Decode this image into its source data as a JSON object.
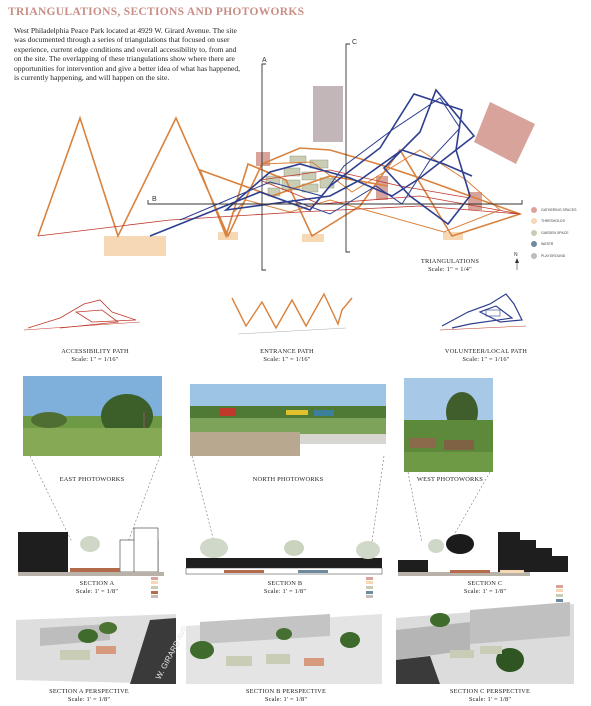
{
  "title": "TRIANGULATIONS, SECTIONS AND PHOTOWORKS",
  "intro": "West Philadelphia Peace Park located at 4929 W. Girard Avenue. The site was documented through a series of triangulations that focused on user experience, current edge conditions and overall accessibility to, from and on the site. The overlapping of these triangulations show where there are opportunities for intervention and give a better idea of what has happened, is currently happening, and will happen on the site.",
  "section_markers": {
    "a": "A",
    "b": "B",
    "c": "C"
  },
  "north_label": "N",
  "triangulations": {
    "title": "TRIANGULATIONS",
    "scale": "Scale: 1\" = 1/4\""
  },
  "legend": [
    {
      "label": "GATHERING SPACES",
      "color": "#d9a39b"
    },
    {
      "label": "THRESHOLDS",
      "color": "#f6d9b4"
    },
    {
      "label": "GARDEN SPACE",
      "color": "#c9cdb6"
    },
    {
      "label": "WATER",
      "color": "#6f8a9c"
    },
    {
      "label": "PLAYGROUND",
      "color": "#c2bdbb"
    }
  ],
  "paths": [
    {
      "title": "ACCESSIBILITY PATH",
      "scale": "Scale: 1\" = 1/16\""
    },
    {
      "title": "ENTRANCE PATH",
      "scale": "Scale: 1\" = 1/16\""
    },
    {
      "title": "VOLUNTEER/LOCAL PATH",
      "scale": "Scale: 1\" = 1/16\""
    }
  ],
  "photoworks": [
    {
      "title": "EAST PHOTOWORKS"
    },
    {
      "title": "NORTH PHOTOWORKS"
    },
    {
      "title": "WEST PHOTOWORKS"
    }
  ],
  "sections": [
    {
      "title": "SECTION A",
      "scale": "Scale: 1' = 1/8\""
    },
    {
      "title": "SECTION B",
      "scale": "Scale: 1' = 1/8\""
    },
    {
      "title": "SECTION C",
      "scale": "Scale: 1' = 1/8\""
    }
  ],
  "perspectives": [
    {
      "title": "SECTION A PERSPECTIVE",
      "scale": "Scale: 1' = 1/8\""
    },
    {
      "title": "SECTION B PERSPECTIVE",
      "scale": "Scale: 1' = 1/8\""
    },
    {
      "title": "SECTION C PERSPECTIVE",
      "scale": "Scale: 1' = 1/8\""
    }
  ],
  "street_label": "W. GIRARD AVE",
  "colors": {
    "accent": "#c98e86",
    "orange_line": "#d9823d",
    "blue_line": "#2f3f8f",
    "red_line": "#c0392b",
    "threshold": "#f6d9b4",
    "gathering": "#d9a39b",
    "garden": "#c9cdb6",
    "playground": "#c2bdbb"
  }
}
